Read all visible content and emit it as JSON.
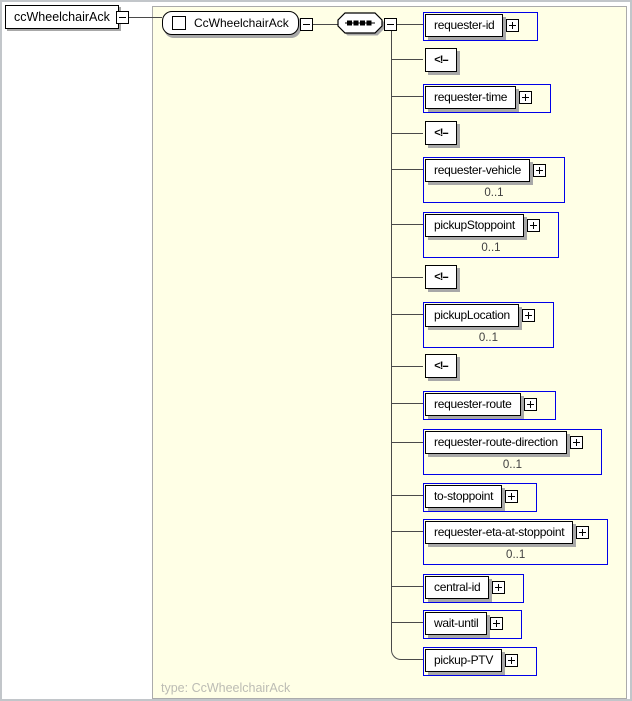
{
  "root": {
    "label": "ccWheelchairAck"
  },
  "model": {
    "label": "CcWheelchairAck",
    "compositor": "sequence"
  },
  "type_annotation": "type: CcWheelchairAck",
  "comment_glyph": "<!--",
  "colors": {
    "panel_background": "#ffffe6",
    "frame_border_blue": "#0000e8",
    "box_border": "#000000",
    "shadow": "#a8a8a8",
    "connector": "#4a4a4a",
    "annotation_gray": "#bcbcb4"
  },
  "children": [
    {
      "kind": "element",
      "label": "requester-id",
      "occurs": null
    },
    {
      "kind": "comment"
    },
    {
      "kind": "element",
      "label": "requester-time",
      "occurs": null
    },
    {
      "kind": "comment"
    },
    {
      "kind": "element",
      "label": "requester-vehicle",
      "occurs": "0..1"
    },
    {
      "kind": "element",
      "label": "pickupStoppoint",
      "occurs": "0..1"
    },
    {
      "kind": "comment"
    },
    {
      "kind": "element",
      "label": "pickupLocation",
      "occurs": "0..1"
    },
    {
      "kind": "comment"
    },
    {
      "kind": "element",
      "label": "requester-route",
      "occurs": null
    },
    {
      "kind": "element",
      "label": "requester-route-direction",
      "occurs": "0..1"
    },
    {
      "kind": "element",
      "label": "to-stoppoint",
      "occurs": null
    },
    {
      "kind": "element",
      "label": "requester-eta-at-stoppoint",
      "occurs": "0..1"
    },
    {
      "kind": "element",
      "label": "central-id",
      "occurs": null
    },
    {
      "kind": "element",
      "label": "wait-until",
      "occurs": null
    },
    {
      "kind": "element",
      "label": "pickup-PTV",
      "occurs": null
    }
  ]
}
